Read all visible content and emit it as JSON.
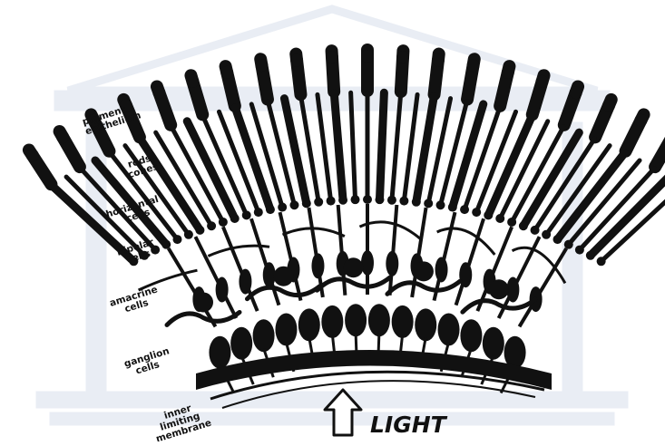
{
  "diagram": {
    "labels": {
      "pigment_epithelium": [
        "pigment",
        "epithelium"
      ],
      "rods_cones": [
        "rods",
        "cones"
      ],
      "horizontal_cells": [
        "horizontal",
        "cells"
      ],
      "bipolar_cells": [
        "bipolar",
        "cells"
      ],
      "amacrine_cells": [
        "amacrine",
        "cells"
      ],
      "ganglion_cells": [
        "ganglion",
        "cells"
      ],
      "inner_limiting_membrane": [
        "inner",
        "limiting",
        "membrane"
      ]
    },
    "light_label": "LIGHT",
    "colors": {
      "ink": "#111111",
      "background": "#ffffff",
      "watermark": "#e9edf4"
    }
  }
}
